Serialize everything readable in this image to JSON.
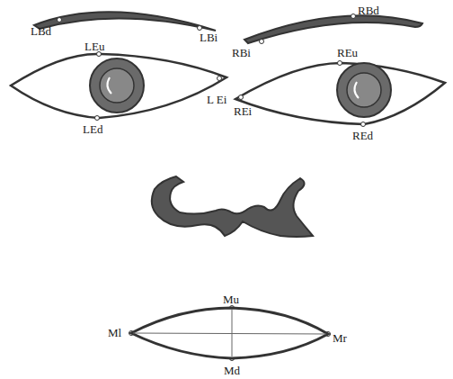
{
  "diagram": {
    "labels": [
      "LBd",
      "LBi",
      "LEu",
      "RBi",
      "RBd",
      "REu",
      "L Ei",
      "REi",
      "LEd",
      "REd",
      "Mu",
      "Ml",
      "Mr",
      "Md"
    ]
  }
}
